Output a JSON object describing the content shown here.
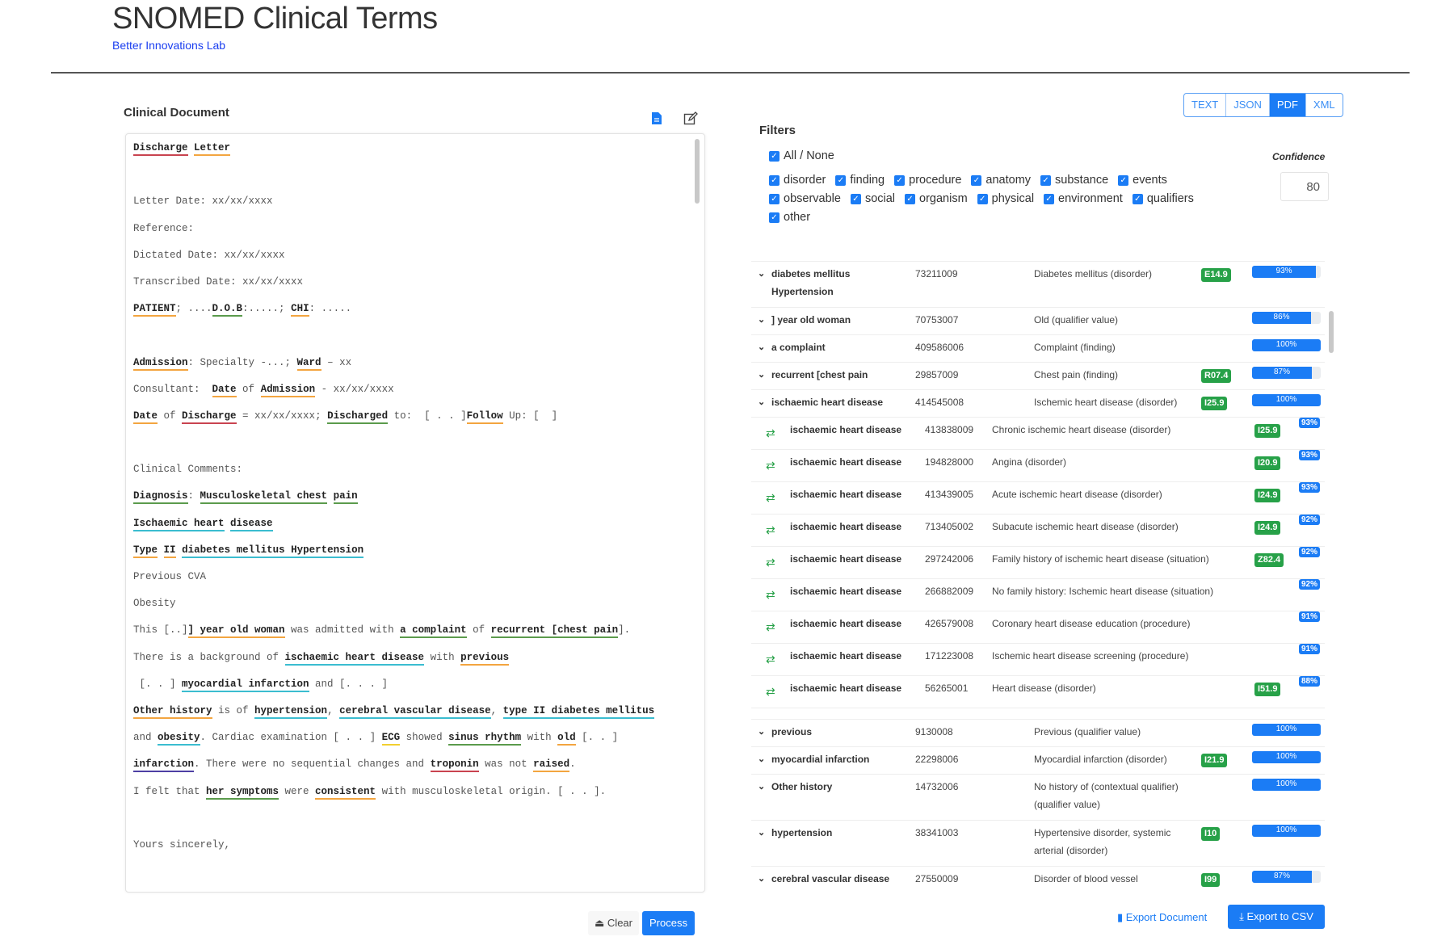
{
  "header": {
    "title": "SNOMED Clinical Terms",
    "subtitle": "Better Innovations Lab"
  },
  "document": {
    "heading": "Clinical Document",
    "clear_label": "Clear",
    "process_label": "Process",
    "underline_colors": {
      "r": "#c94350",
      "o": "#f3a540",
      "g": "#5b9b4c",
      "c": "#3bbdd0",
      "y": "#f2cf2f",
      "p": "#4d3fa3"
    },
    "lines": [
      [
        {
          "t": "Discharge",
          "c": "r"
        },
        {
          "t": " "
        },
        {
          "t": "Letter",
          "c": "o"
        }
      ],
      [],
      [
        {
          "t": "Letter Date: xx/xx/xxxx"
        }
      ],
      [
        {
          "t": "Reference:"
        }
      ],
      [
        {
          "t": "Dictated Date: xx/xx/xxxx"
        }
      ],
      [
        {
          "t": "Transcribed Date: xx/xx/xxxx"
        }
      ],
      [
        {
          "t": "PATIENT",
          "c": "o"
        },
        {
          "t": "; ...."
        },
        {
          "t": "D.O.B",
          "c": "g"
        },
        {
          "t": ":.....; "
        },
        {
          "t": "CHI",
          "c": "o"
        },
        {
          "t": ": ....."
        }
      ],
      [],
      [
        {
          "t": "Admission",
          "c": "o"
        },
        {
          "t": ": Specialty -...; "
        },
        {
          "t": "Ward",
          "c": "o"
        },
        {
          "t": " – xx"
        }
      ],
      [
        {
          "t": "Consultant:  "
        },
        {
          "t": "Date",
          "c": "o"
        },
        {
          "t": " of "
        },
        {
          "t": "Admission",
          "c": "o"
        },
        {
          "t": " - xx/xx/xxxx"
        }
      ],
      [
        {
          "t": "Date",
          "c": "o"
        },
        {
          "t": " of "
        },
        {
          "t": "Discharge",
          "c": "r"
        },
        {
          "t": " = xx/xx/xxxx; "
        },
        {
          "t": "Discharged",
          "c": "g"
        },
        {
          "t": " to:  [ . . ]"
        },
        {
          "t": "Follow",
          "c": "o"
        },
        {
          "t": " Up: [  ]"
        }
      ],
      [],
      [
        {
          "t": "Clinical Comments:"
        }
      ],
      [
        {
          "t": "Diagnosis",
          "c": "g"
        },
        {
          "t": ": "
        },
        {
          "t": "Musculoskeletal chest",
          "c": "g"
        },
        {
          "t": " "
        },
        {
          "t": "pain",
          "c": "g"
        }
      ],
      [
        {
          "t": "Ischaemic heart",
          "c": "c"
        },
        {
          "t": " "
        },
        {
          "t": "disease",
          "c": "c"
        }
      ],
      [
        {
          "t": "Type",
          "c": "o"
        },
        {
          "t": " "
        },
        {
          "t": "II",
          "c": "o"
        },
        {
          "t": " "
        },
        {
          "t": "diabetes mellitus Hypertension",
          "c": "c"
        }
      ],
      [
        {
          "t": "Previous CVA"
        }
      ],
      [
        {
          "t": "Obesity"
        }
      ],
      [
        {
          "t": "This [..]"
        },
        {
          "t": "] year old woman",
          "c": "o"
        },
        {
          "t": " was admitted with "
        },
        {
          "t": "a complaint",
          "c": "g"
        },
        {
          "t": " of "
        },
        {
          "t": "recurrent [chest pain",
          "c": "g"
        },
        {
          "t": "]."
        }
      ],
      [
        {
          "t": "There is a background of "
        },
        {
          "t": "ischaemic heart disease",
          "c": "c"
        },
        {
          "t": " with "
        },
        {
          "t": "previous",
          "c": "o"
        }
      ],
      [
        {
          "t": " [. . ] "
        },
        {
          "t": "myocardial infarction",
          "c": "c"
        },
        {
          "t": " and [. . . ]"
        }
      ],
      [
        {
          "t": "Other history",
          "c": "o"
        },
        {
          "t": " is of "
        },
        {
          "t": "hypertension",
          "c": "c"
        },
        {
          "t": ", "
        },
        {
          "t": "cerebral vascular disease",
          "c": "c"
        },
        {
          "t": ", "
        },
        {
          "t": "type II diabetes mellitus",
          "c": "c"
        }
      ],
      [
        {
          "t": "and "
        },
        {
          "t": "obesity",
          "c": "c"
        },
        {
          "t": ". Cardiac examination [ . . ] "
        },
        {
          "t": "ECG",
          "c": "y"
        },
        {
          "t": " showed "
        },
        {
          "t": "sinus rhythm",
          "c": "g"
        },
        {
          "t": " with "
        },
        {
          "t": "old",
          "c": "o"
        },
        {
          "t": " [. . ]"
        }
      ],
      [
        {
          "t": "infarction",
          "c": "p"
        },
        {
          "t": ". There were no sequential changes and "
        },
        {
          "t": "troponin",
          "c": "r"
        },
        {
          "t": " was not "
        },
        {
          "t": "raised",
          "c": "o"
        },
        {
          "t": "."
        }
      ],
      [
        {
          "t": "I felt that "
        },
        {
          "t": "her symptoms",
          "c": "g"
        },
        {
          "t": " were "
        },
        {
          "t": "consistent",
          "c": "o"
        },
        {
          "t": " with musculoskeletal origin. [ . . ]."
        }
      ],
      [],
      [
        {
          "t": "Yours sincerely,"
        }
      ]
    ]
  },
  "formats": [
    {
      "label": "TEXT",
      "active": false
    },
    {
      "label": "JSON",
      "active": false
    },
    {
      "label": "PDF",
      "active": true
    },
    {
      "label": "XML",
      "active": false
    }
  ],
  "filters": {
    "heading": "Filters",
    "all_label": "All / None",
    "rows": [
      [
        "disorder",
        "finding",
        "procedure",
        "anatomy",
        "substance",
        "events"
      ],
      [
        "observable",
        "social",
        "organism",
        "physical",
        "environment",
        "qualifiers"
      ],
      [
        "other"
      ]
    ],
    "confidence_label": "Confidence",
    "confidence_value": "80"
  },
  "results": [
    {
      "term": "diabetes mellitus Hypertension",
      "code": "73211009",
      "desc": "Diabetes mellitus (disorder)",
      "icd": "E14.9",
      "conf": 93
    },
    {
      "term": "] year old woman",
      "code": "70753007",
      "desc": "Old (qualifier value)",
      "icd": null,
      "conf": 86
    },
    {
      "term": "a complaint",
      "code": "409586006",
      "desc": "Complaint (finding)",
      "icd": null,
      "conf": 100
    },
    {
      "term": "recurrent [chest pain",
      "code": "29857009",
      "desc": "Chest pain (finding)",
      "icd": "R07.4",
      "conf": 87
    },
    {
      "term": "ischaemic heart disease",
      "code": "414545008",
      "desc": "Ischemic heart disease (disorder)",
      "icd": "I25.9",
      "conf": 100,
      "children": [
        {
          "term": "ischaemic heart disease",
          "code": "413838009",
          "desc": "Chronic ischemic heart disease (disorder)",
          "icd": "I25.9",
          "conf": 93
        },
        {
          "term": "ischaemic heart disease",
          "code": "194828000",
          "desc": "Angina (disorder)",
          "icd": "I20.9",
          "conf": 93
        },
        {
          "term": "ischaemic heart disease",
          "code": "413439005",
          "desc": "Acute ischemic heart disease (disorder)",
          "icd": "I24.9",
          "conf": 93
        },
        {
          "term": "ischaemic heart disease",
          "code": "713405002",
          "desc": "Subacute ischemic heart disease (disorder)",
          "icd": "I24.9",
          "conf": 92
        },
        {
          "term": "ischaemic heart disease",
          "code": "297242006",
          "desc": "Family history of ischemic heart disease (situation)",
          "icd": "Z82.4",
          "conf": 92
        },
        {
          "term": "ischaemic heart disease",
          "code": "266882009",
          "desc": "No family history: Ischemic heart disease (situation)",
          "icd": null,
          "conf": 92
        },
        {
          "term": "ischaemic heart disease",
          "code": "426579008",
          "desc": "Coronary heart disease education (procedure)",
          "icd": null,
          "conf": 91
        },
        {
          "term": "ischaemic heart disease",
          "code": "171223008",
          "desc": "Ischemic heart disease screening (procedure)",
          "icd": null,
          "conf": 91
        },
        {
          "term": "ischaemic heart disease",
          "code": "56265001",
          "desc": "Heart disease (disorder)",
          "icd": "I51.9",
          "conf": 88
        }
      ]
    },
    {
      "term": "previous",
      "code": "9130008",
      "desc": "Previous (qualifier value)",
      "icd": null,
      "conf": 100
    },
    {
      "term": "myocardial infarction",
      "code": "22298006",
      "desc": "Myocardial infarction (disorder)",
      "icd": "I21.9",
      "conf": 100
    },
    {
      "term": "Other history",
      "code": "14732006",
      "desc": "No history of (contextual qualifier) (qualifier value)",
      "icd": null,
      "conf": 100
    },
    {
      "term": "hypertension",
      "code": "38341003",
      "desc": "Hypertensive disorder, systemic arterial (disorder)",
      "icd": "I10",
      "conf": 100
    },
    {
      "term": "cerebral vascular disease",
      "code": "27550009",
      "desc": "Disorder of blood vessel",
      "icd": "I99",
      "conf": 87
    }
  ],
  "export": {
    "document_label": "Export Document",
    "csv_label": "Export to CSV"
  }
}
